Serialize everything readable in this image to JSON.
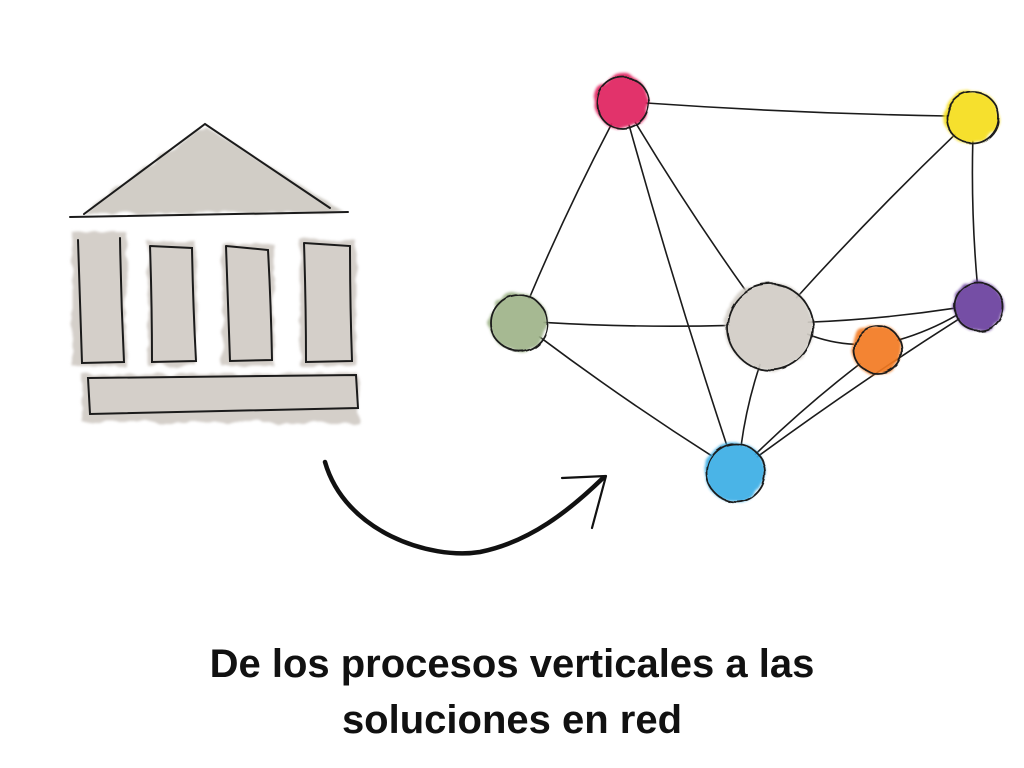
{
  "caption": {
    "line1": "De los procesos verticales a las",
    "line2": "soluciones en red"
  },
  "icons": {
    "left": "institution-building-icon",
    "transition": "curved-arrow-icon",
    "right": "network-graph-icon"
  },
  "network": {
    "nodes": [
      {
        "id": "red",
        "color": "#e0245e"
      },
      {
        "id": "yellow",
        "color": "#f6de1c"
      },
      {
        "id": "green",
        "color": "#9fb489"
      },
      {
        "id": "center",
        "color": "#d2cdc6"
      },
      {
        "id": "orange",
        "color": "#f27a21"
      },
      {
        "id": "purple",
        "color": "#6a3f9e"
      },
      {
        "id": "blue",
        "color": "#3aaee6"
      }
    ],
    "edges": [
      [
        "red",
        "yellow"
      ],
      [
        "red",
        "green"
      ],
      [
        "red",
        "center"
      ],
      [
        "red",
        "blue"
      ],
      [
        "yellow",
        "purple"
      ],
      [
        "yellow",
        "center"
      ],
      [
        "green",
        "center"
      ],
      [
        "green",
        "blue"
      ],
      [
        "center",
        "purple"
      ],
      [
        "center",
        "orange"
      ],
      [
        "center",
        "blue"
      ],
      [
        "orange",
        "purple"
      ],
      [
        "orange",
        "blue"
      ],
      [
        "purple",
        "blue"
      ]
    ]
  }
}
